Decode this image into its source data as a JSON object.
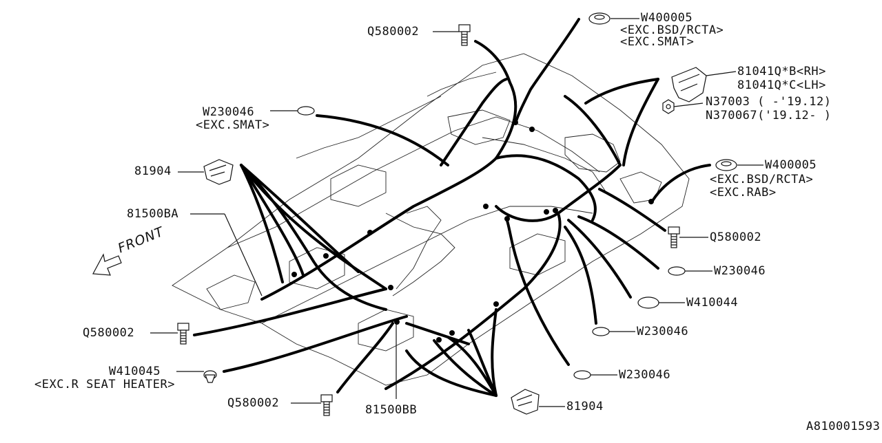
{
  "labels": {
    "q580002_top": "Q580002",
    "w400005_top": "W400005",
    "w400005_top_note1": "<EXC.BSD/RCTA>",
    "w400005_top_note2": "<EXC.SMAT>",
    "bracket_rh": "81041Q*B<RH>",
    "bracket_lh": "81041Q*C<LH>",
    "n37003": "N37003 ( -'19.12)",
    "n370067": "N370067('19.12- )",
    "w230046_top": "W230046",
    "w230046_top_note": "<EXC.SMAT>",
    "clip_81904_left": "81904",
    "w400005_right": "W400005",
    "w400005_right_note1": "<EXC.BSD/RCTA>",
    "w400005_right_note2": "<EXC.RAB>",
    "harness_81500ba": "81500BA",
    "q580002_right": "Q580002",
    "w230046_right1": "W230046",
    "w410044": "W410044",
    "w230046_right2": "W230046",
    "w230046_right3": "W230046",
    "q580002_left": "Q580002",
    "w410045": "W410045",
    "w410045_note": "<EXC.R SEAT HEATER>",
    "q580002_bottom": "Q580002",
    "harness_81500bb": "81500BB",
    "clip_81904_bottom": "81904",
    "front_arrow": "FRONT",
    "drawing_number": "A810001593"
  }
}
